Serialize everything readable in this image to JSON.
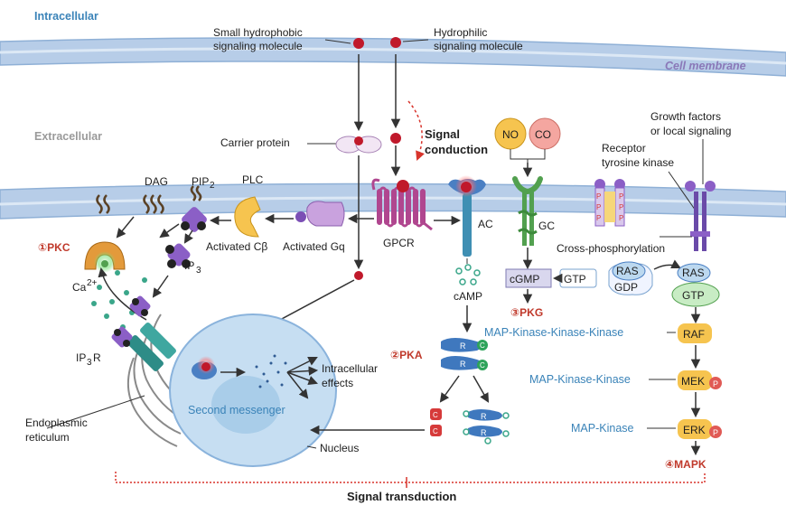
{
  "regions": {
    "intracellular": "Intracellular",
    "extracellular": "Extracellular",
    "cell_membrane": "Cell membrane"
  },
  "molecules": {
    "small_hydrophobic": [
      "Small hydrophobic",
      "signaling molecule"
    ],
    "hydrophilic": [
      "Hydrophilic",
      "signaling molecule"
    ],
    "carrier_protein": "Carrier protein",
    "signal_conduction": [
      "Signal",
      "conduction"
    ],
    "no": "NO",
    "co": "CO",
    "growth_factors": [
      "Growth factors",
      "or local signaling"
    ],
    "receptor_tk": [
      "Receptor",
      "tyrosine kinase"
    ]
  },
  "left_pathway": {
    "dag": "DAG",
    "pip2": "PIP",
    "pip2_sub": "2",
    "plc": "PLC",
    "pkc": "①PKC",
    "activated_cb": "Activated Cβ",
    "activated_gq": "Activated Gq",
    "gpcr": "GPCR",
    "ip3": "IP",
    "ip3_sub": "3",
    "ca": "Ca",
    "ca_sup": "2+",
    "ip3r_a": "IP",
    "ip3r_sub": "3",
    "ip3r_b": "R",
    "er": [
      "Endoplasmic",
      "reticulum"
    ],
    "second_messenger": "Second messenger",
    "intracellular_effects": [
      "Intracellular",
      "effects"
    ],
    "nucleus": "Nucleus"
  },
  "middle_pathway": {
    "ac": "AC",
    "camp": "cAMP",
    "pka": "②PKA",
    "r": "R",
    "c": "C"
  },
  "gc_pathway": {
    "gc": "GC",
    "cgmp": "cGMP",
    "gtp": "GTP",
    "pkg": "③PKG"
  },
  "right_pathway": {
    "cross_phos": "Cross-phosphorylation",
    "p": "P",
    "ras": "RAS",
    "gdp": "GDP",
    "gtp": "GTP",
    "raf": "RAF",
    "mek": "MEK",
    "erk": "ERK",
    "mapkkk": "MAP-Kinase-Kinase-Kinase",
    "mapkk": "MAP-Kinase-Kinase",
    "mapk_label": "MAP-Kinase",
    "mapk": "④MAPK"
  },
  "footer": {
    "signal_transduction": "Signal transduction"
  },
  "colors": {
    "membrane": "#a9c4e2",
    "membrane_edge": "#7aa3cf",
    "gpcr": "#b0468f",
    "ligand": "#c0192b",
    "pathway_red": "#c0392b",
    "region_blue": "#3a83b8",
    "purple": "#7b4fb5",
    "green": "#52a04f",
    "yellow": "#f6c44f",
    "cell": "#bcd8ef"
  }
}
